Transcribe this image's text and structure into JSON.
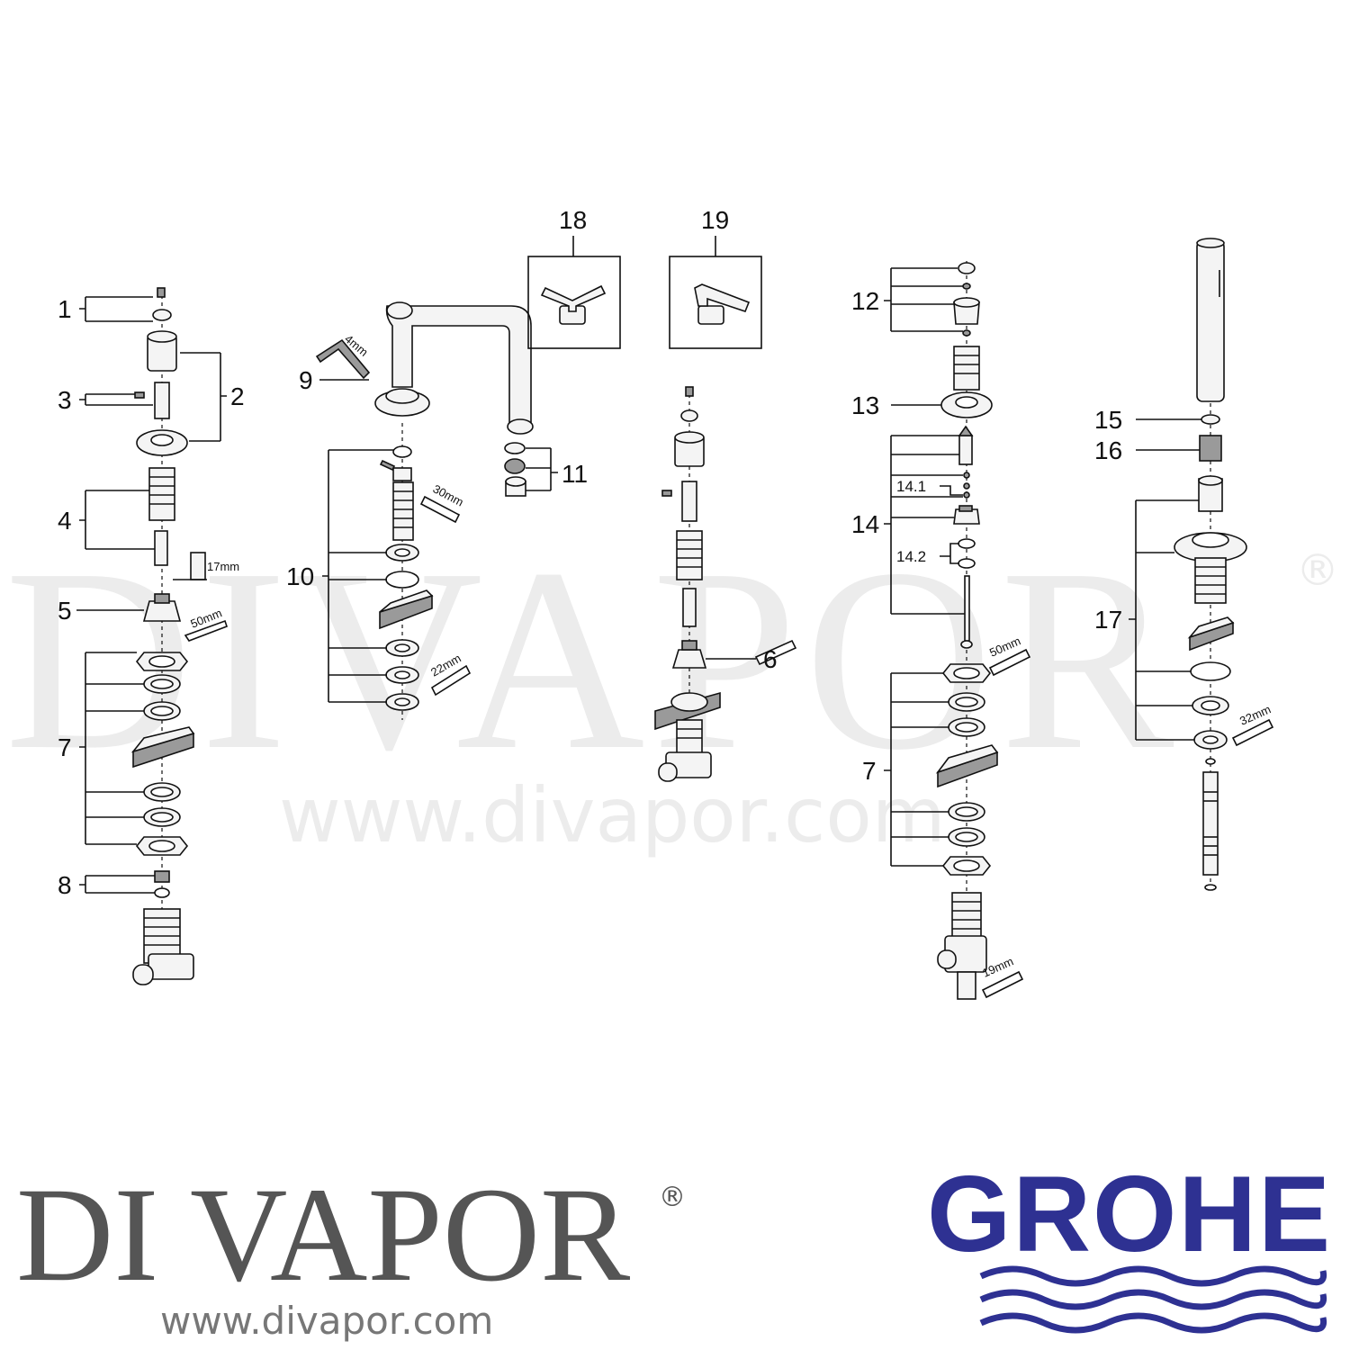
{
  "watermark": {
    "text": "DIVAPOR",
    "registered": "®",
    "url": "www.divapor.com"
  },
  "diagram": {
    "callouts": {
      "c1": "1",
      "c2": "2",
      "c3": "3",
      "c4": "4",
      "c5": "5",
      "c6": "6",
      "c7a": "7",
      "c7b": "7",
      "c8": "8",
      "c9": "9",
      "c10": "10",
      "c11": "11",
      "c12": "12",
      "c13": "13",
      "c14": "14",
      "c14_1": "14.1",
      "c14_2": "14.2",
      "c15": "15",
      "c16": "16",
      "c17": "17",
      "c18": "18",
      "c19": "19"
    },
    "tool_sizes": {
      "t17": "17mm",
      "t50a": "50mm",
      "t4": "4mm",
      "t30": "30mm",
      "t22": "22mm",
      "t50b": "50mm",
      "t19": "19mm",
      "t32": "32mm"
    }
  },
  "footer": {
    "left_brand": "DI VAPOR",
    "left_registered": "®",
    "left_url": "www.divapor.com",
    "right_brand": "GROHE",
    "right_brand_color": "#2e3192"
  }
}
